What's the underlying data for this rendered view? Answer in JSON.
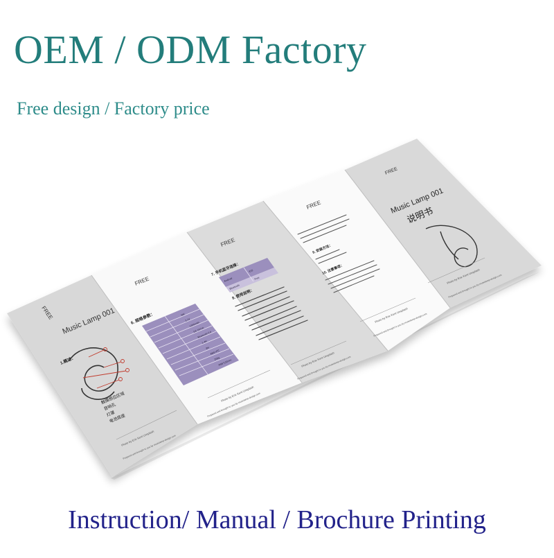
{
  "headline": "OEM / ODM Factory",
  "subline": "Free design / Factory price",
  "footer": "Instruction/ Manual / Brochure  Printing",
  "colors": {
    "headline": "#237d7b",
    "subline": "#2e8c8a",
    "footer": "#22228a",
    "table_purple": "#9b8fbd",
    "panel_gray": "#d9d9d9",
    "panel_white": "#fafafa"
  },
  "brochure": {
    "panels": [
      {
        "brand": "FREE",
        "product_title": "Music Lamp 001",
        "section_heading": "1.概述：",
        "parts_list": [
          "触摸感应区域",
          "音响孔",
          "灯罩",
          "电池底座"
        ],
        "photo_credit": "Photo by Erie Kent Unsplash",
        "footer_note": "Prepared and brought to you by musiclamp-design.com"
      },
      {
        "brand": "FREE",
        "section_heading": "6. 规格参数：",
        "spec_rows": [
          "5W",
          "3.7V",
          "1200mAh",
          "DC 5V/1A",
          "Bluetooth 5.0",
          "1-4H",
          "8H",
          "ABS+PC",
          "200g",
          "Φ86*120mm"
        ],
        "photo_credit": "Photo by Erie Kent Unsplash",
        "footer_note": "Prepared and brought to you by musiclamp-design.com"
      },
      {
        "brand": "FREE",
        "section_heading": "7. 手机蓝牙连接：",
        "table_cells": [
          "Android",
          "iOS",
          "Bluetooth",
          "Free"
        ],
        "section_heading_2": "8. 使用说明：",
        "photo_credit": "Photo by Erie Kent Unsplash",
        "footer_note": "Prepared and brought to you by musiclamp-design.com"
      },
      {
        "brand": "FREE",
        "section_heading": "9. 安装方法：",
        "section_heading_2": "10. 注意事项：",
        "photo_credit": "Photo by Erie Kent Unsplash",
        "footer_note": "Prepared and brought to you by musiclamp-design.com"
      },
      {
        "brand": "FREE",
        "product_title": "Music Lamp 001",
        "product_subtitle": "说明书",
        "photo_credit": "Photo by Erie Kent Unsplash",
        "footer_note": "Prepared and brought to you by musiclamp-design.com"
      }
    ]
  }
}
